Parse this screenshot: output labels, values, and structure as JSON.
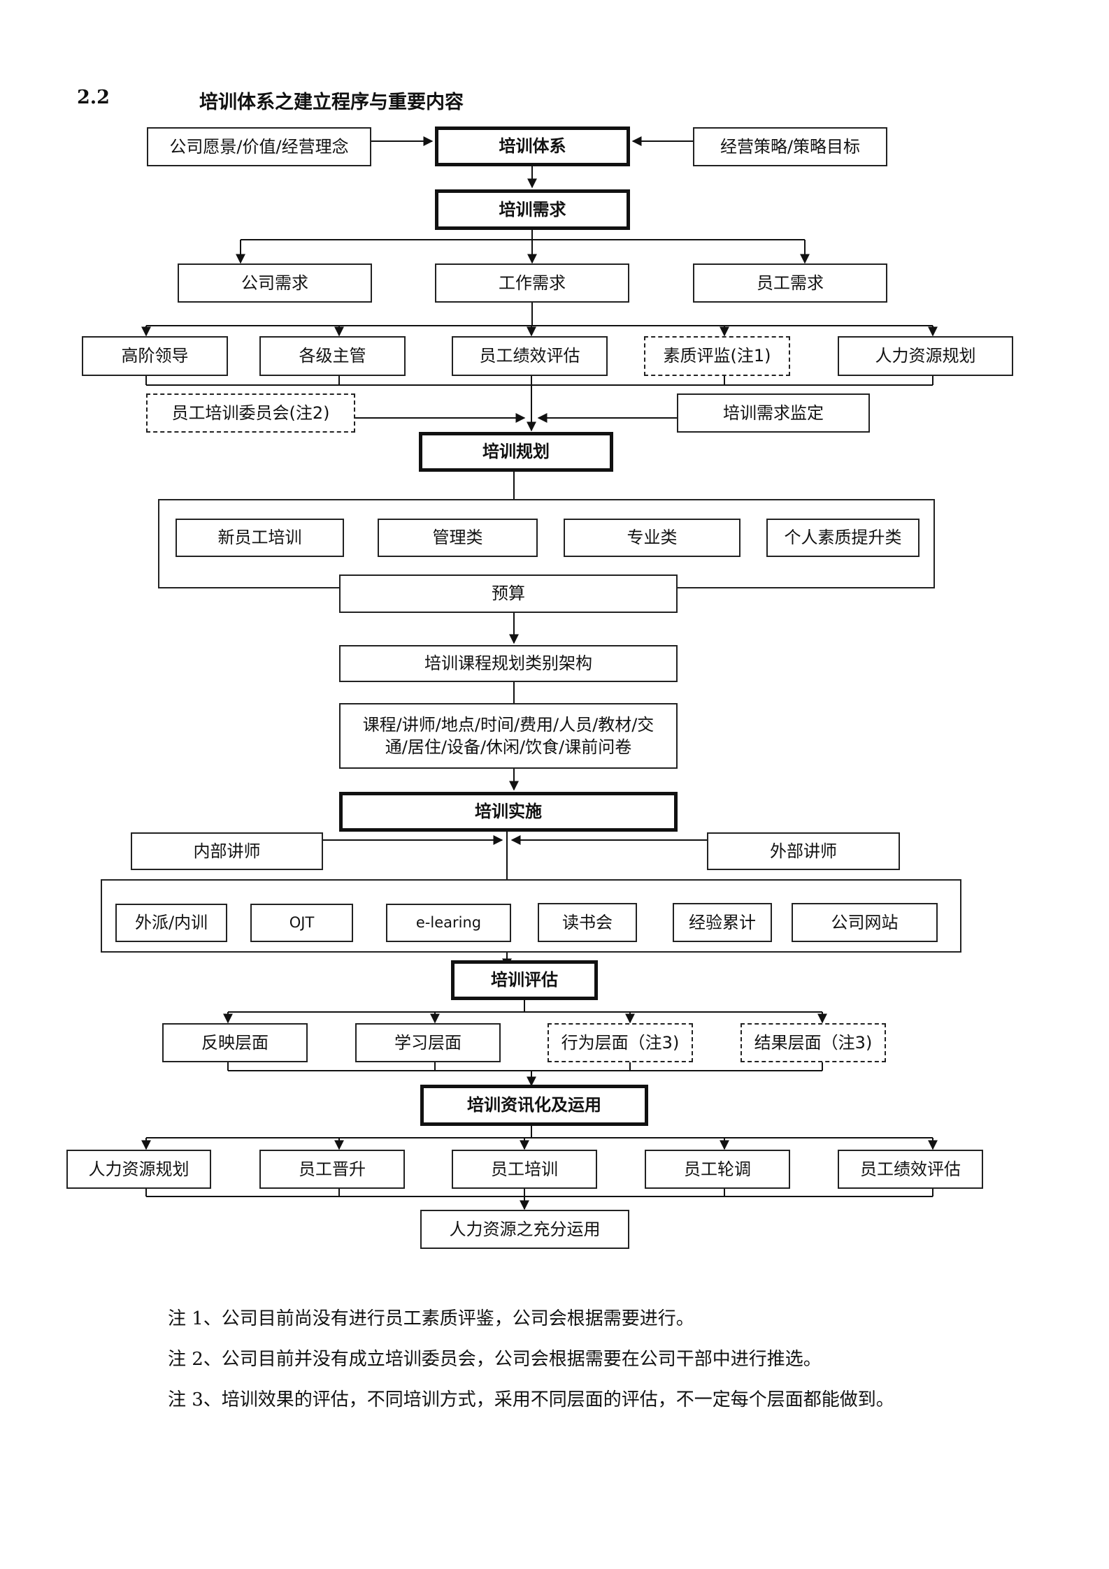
{
  "section": {
    "number": "2.2",
    "title": "培训体系之建立程序与重要内容"
  },
  "top": {
    "vision": "公司愿景/价值/经营理念",
    "system": "培训体系",
    "strategy": "经营策略/策略目标"
  },
  "needs": {
    "title": "培训需求",
    "company": "公司需求",
    "job": "工作需求",
    "employee": "员工需求"
  },
  "inputs": {
    "senior": "高阶领导",
    "managers": "各级主管",
    "performance": "员工绩效评估",
    "competency": "素质评监(注1)",
    "hr_plan": "人力资源规划"
  },
  "committee": "员工培训委员会(注2)",
  "review": "培训需求监定",
  "planning": {
    "title": "培训规划",
    "categories": [
      "新员工培训",
      "管理类",
      "专业类",
      "个人素质提升类"
    ],
    "budget": "预算",
    "structure": "培训课程规划类别架构",
    "details_line1": "课程/讲师/地点/时间/费用/人员/教材/交",
    "details_line2": "通/居住/设备/休闲/饮食/课前问卷"
  },
  "implementation": {
    "title": "培训实施",
    "internal": "内部讲师",
    "external": "外部讲师",
    "methods": [
      "外派/内训",
      "OJT",
      "e-learing",
      "读书会",
      "经验累计",
      "公司网站"
    ]
  },
  "evaluation": {
    "title": "培训评估",
    "levels": [
      "反映层面",
      "学习层面",
      "行为层面（注3)",
      "结果层面（注3)"
    ]
  },
  "application": {
    "title": "培训资讯化及运用",
    "uses": [
      "人力资源规划",
      "员工晋升",
      "员工培训",
      "员工轮调",
      "员工绩效评估"
    ],
    "result": "人力资源之充分运用"
  },
  "notes": [
    "注 1、公司目前尚没有进行员工素质评鉴，公司会根据需要进行。",
    "注 2、公司目前并没有成立培训委员会，公司会根据需要在公司干部中进行推选。",
    "注 3、培训效果的评估，不同培训方式，采用不同层面的评估，不一定每个层面都能做到。"
  ]
}
